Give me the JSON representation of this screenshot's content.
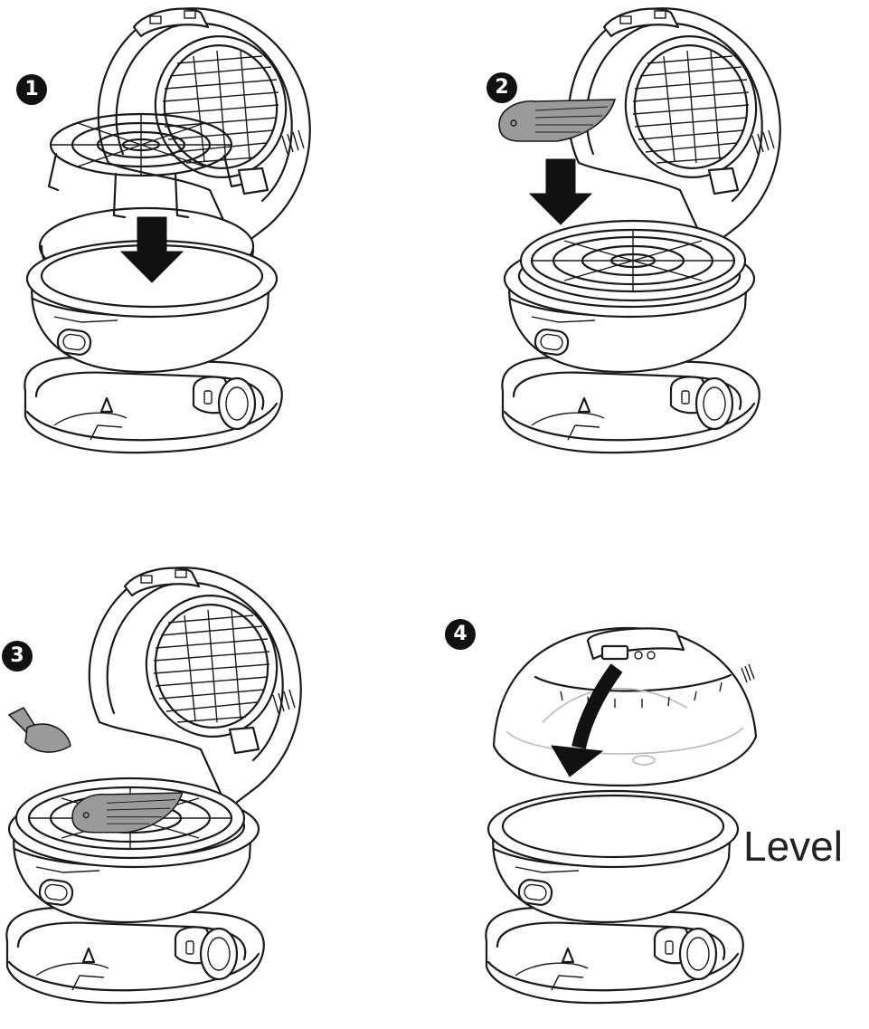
{
  "steps": [
    {
      "number": "1"
    },
    {
      "number": "2"
    },
    {
      "number": "3"
    },
    {
      "number": "4"
    }
  ],
  "level_label": "Level"
}
